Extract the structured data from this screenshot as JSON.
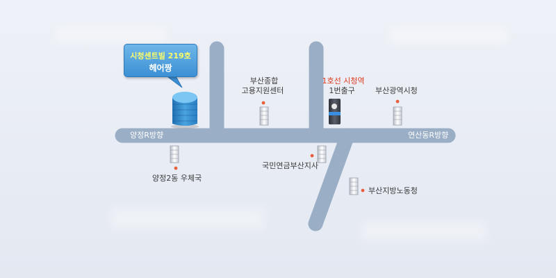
{
  "bubble": {
    "line1": "시청센트빌  219호",
    "line2": "헤어짱"
  },
  "roads": {
    "left": "양정R방향",
    "right": "연산동R방향"
  },
  "places": {
    "busan_employment": [
      "부산종합",
      "고용지원센터"
    ],
    "station_name": "1호선  시청역",
    "station_exit": "1번출구",
    "city_hall": "부산광역시청",
    "yangjeong_post": "양정2동  우체국",
    "pension_office": "국민연금부산지사",
    "labor_office": "부산지방노동청"
  },
  "colors": {
    "road": "#9aaec6",
    "dot": "#e8603c",
    "bubble": "#4a9ddf",
    "highlight_text": "#e03a1e"
  }
}
